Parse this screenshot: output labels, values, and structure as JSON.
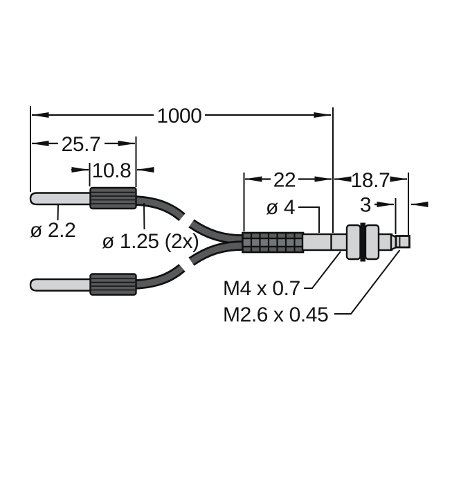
{
  "drawing": {
    "kind": "fiber-optic-sensor-dimension-drawing",
    "background": "#ffffff",
    "colors": {
      "line": "#111111",
      "text": "#151515",
      "body_light_gray": "#d2d3d4",
      "ferrule_dark_gray": "#58595b",
      "boot_gray": "#5a5b5e",
      "boot_mid_band": "#737477",
      "cable_gray": "#58595b"
    },
    "labels": {
      "dim_overall": "1000",
      "dim_tip_assembly": "25.7",
      "dim_ferrule": "10.8",
      "dim_body": "22",
      "dim_thread_section": "18.7",
      "dim_tip": "3",
      "dia_tube": "ø 2.2",
      "dia_fiber": "ø 1.25 (2x)",
      "dia_body": "ø 4",
      "thread_m4": "M4 x 0.7",
      "thread_m26": "M2.6 x 0.45"
    }
  }
}
